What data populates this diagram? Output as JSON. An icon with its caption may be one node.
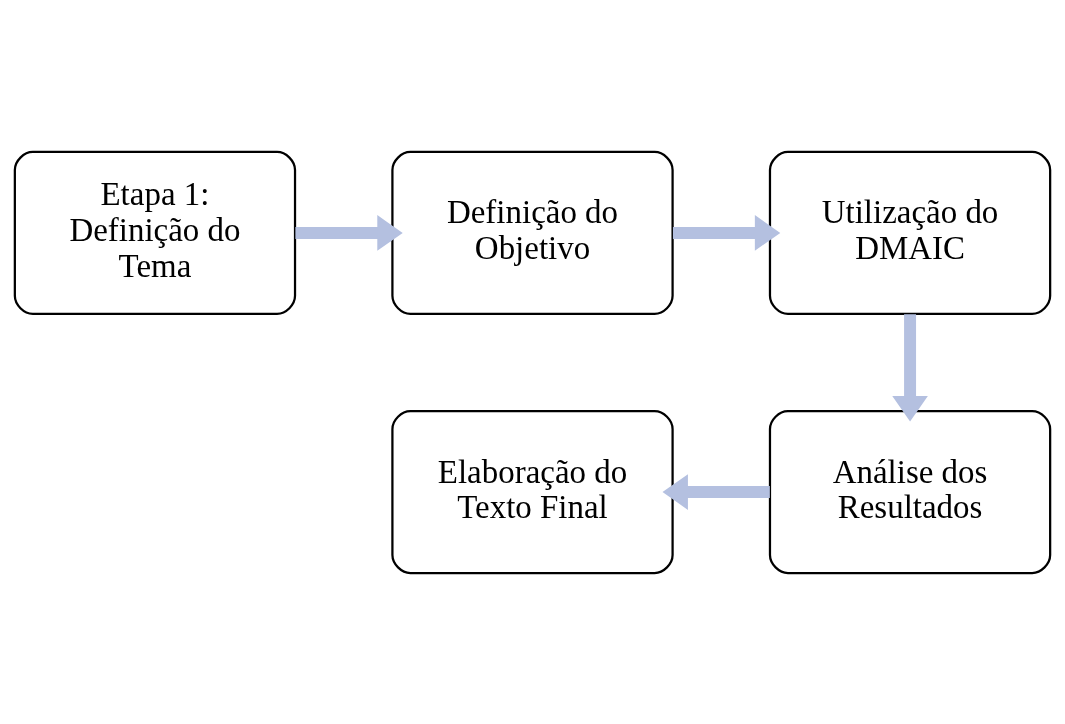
{
  "diagram": {
    "nodes": [
      {
        "text": [
          "Etapa 1: Definição do Tema"
        ]
      },
      {
        "text": [
          "Definição do Objetivo"
        ]
      },
      {
        "text": [
          "Utilização do DMAIC"
        ]
      },
      {
        "text": [
          "Elaboração do Texto Final"
        ]
      },
      {
        "text": [
          "Análise dos Resultados"
        ]
      }
    ],
    "edges": [
      {
        "from": 0,
        "to": 1,
        "arrow": "to"
      },
      {
        "from": 1,
        "to": 2,
        "arrow": "to"
      },
      {
        "from": 2,
        "to": 4,
        "arrow": "to"
      },
      {
        "from": 4,
        "to": 3,
        "arrow": "to"
      }
    ]
  }
}
